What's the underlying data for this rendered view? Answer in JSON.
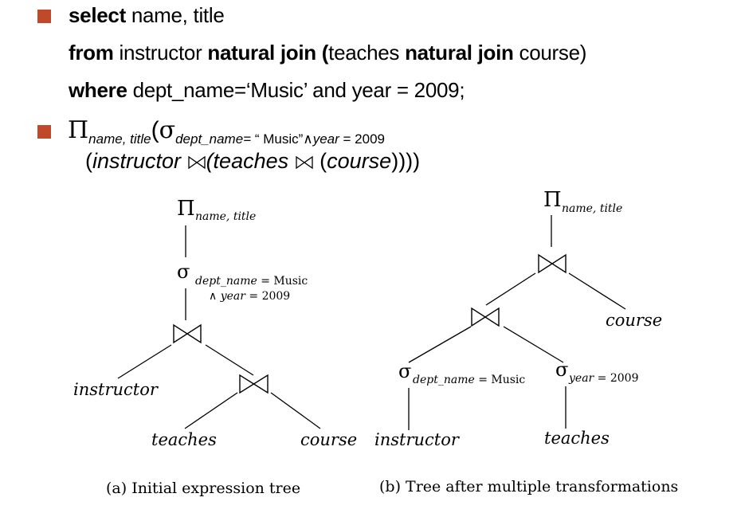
{
  "sql": {
    "select_kw": "select",
    "select_rest": " name, title",
    "from_kw": "from",
    "from_rel1": " instructor ",
    "natural_join_kw_1": "natural join (",
    "from_rel2": "teaches ",
    "natural_join_kw_2": "natural join",
    "from_rel3": " course)",
    "where_kw": "where",
    "where_rest": " dept_name=‘Music’ and year = 2009;"
  },
  "relational_algebra": {
    "pi": "Π",
    "pi_sub": "name, title",
    "open_paren": "(",
    "sigma": "σ",
    "sigma_sub_attr": "dept_name=",
    "sigma_sub_value": " “ Music”",
    "and_symbol": "∧",
    "sigma_sub_year": "year",
    "sigma_sub_year_val": " = 2009",
    "line2_open": "(",
    "line2_instructor": "instructor",
    "line2_teaches": "(teaches",
    "line2_course_open": "(",
    "line2_course": "course",
    "line2_close": "))))"
  },
  "tree_a": {
    "pi": "Π",
    "pi_sub": "name, title",
    "sigma": "σ",
    "sigma_cond1_attr": "dept_name",
    "sigma_cond1_rest": " = Music",
    "sigma_cond2_and": "∧",
    "sigma_cond2_attr": " year",
    "sigma_cond2_rest": " = 2009",
    "leaf_instructor": "instructor",
    "leaf_teaches": "teaches",
    "leaf_course": "course",
    "caption": "(a) Initial expression tree"
  },
  "tree_b": {
    "pi": "Π",
    "pi_sub": "name, title",
    "leaf_course": "course",
    "sigma_left": "σ",
    "sigma_left_attr": "dept_name",
    "sigma_left_rest": " = Music",
    "sigma_right": "σ",
    "sigma_right_attr": "year",
    "sigma_right_rest": " = 2009",
    "leaf_instructor": "instructor",
    "leaf_teaches": "teaches",
    "caption": "(b) Tree after multiple transformations"
  },
  "colors": {
    "bullet": "#c0492a",
    "line": "#000000"
  }
}
